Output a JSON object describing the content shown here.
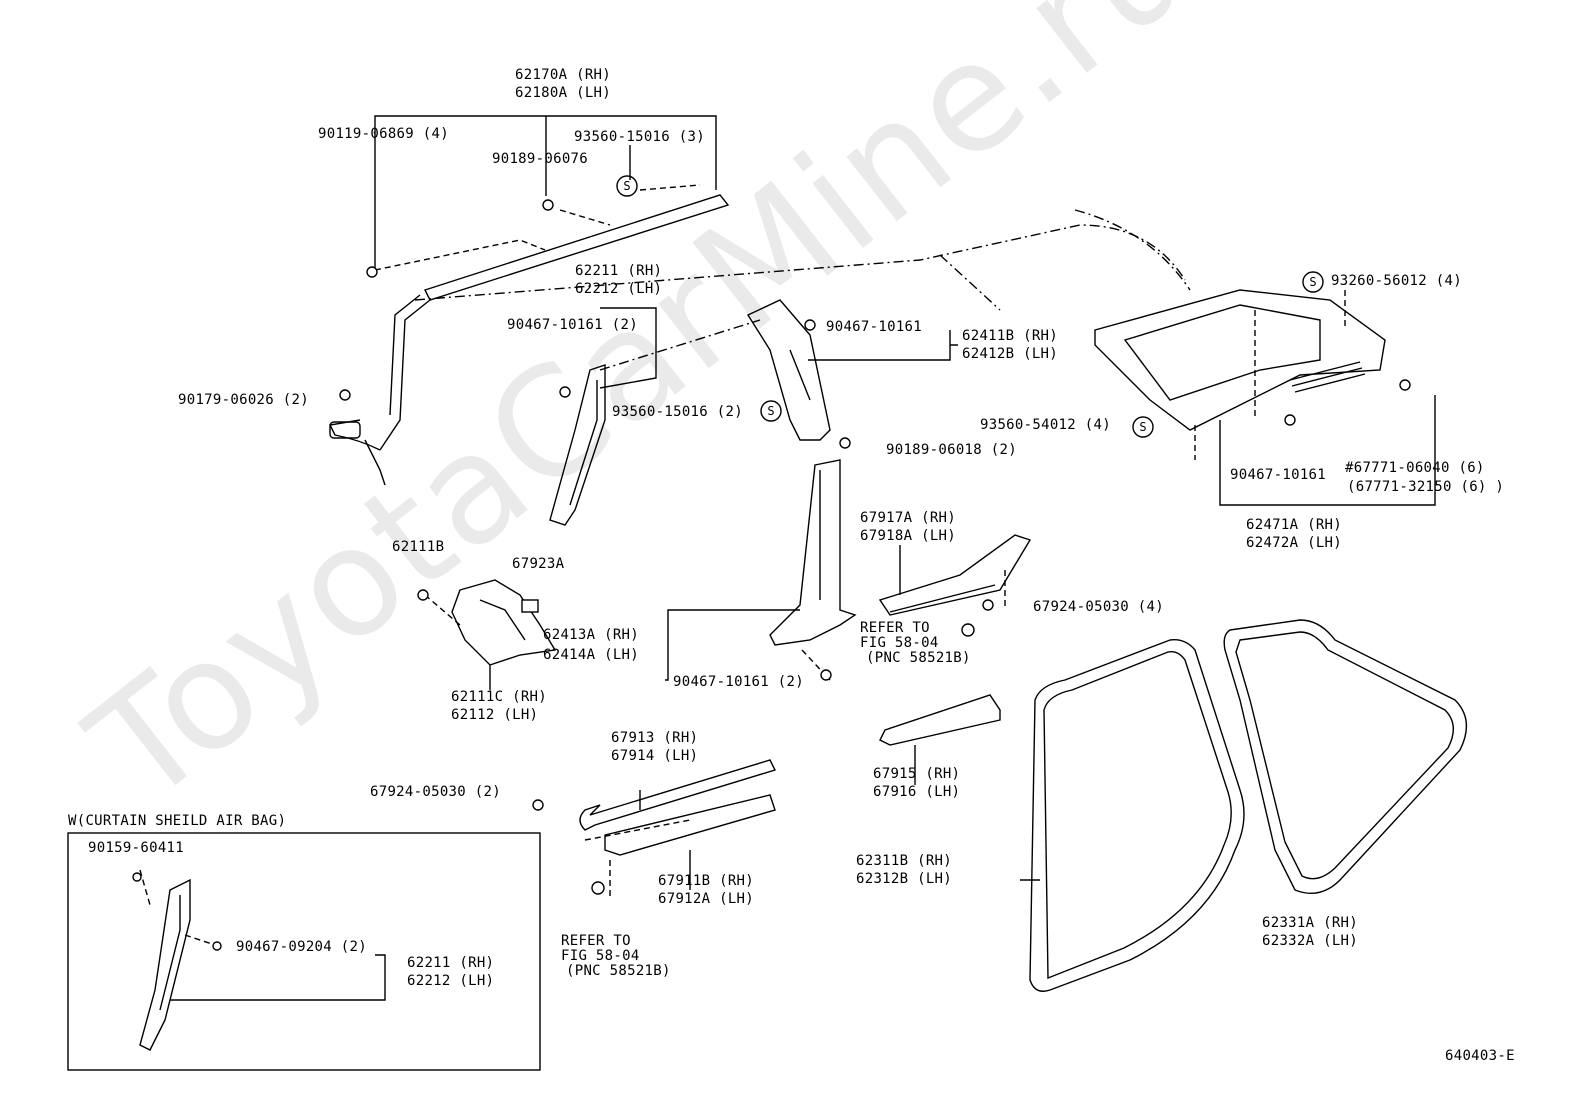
{
  "watermark": "ToyotaCarMine.ru",
  "figure_code": "640403-E",
  "inset_caption": "W(CURTAIN SHEILD AIR BAG)",
  "labels": {
    "p62170A": "62170A (RH)",
    "p62180A": "62180A (LH)",
    "p90119": "90119-06869 (4)",
    "p93560_3": "93560-15016 (3)",
    "p90189_06076": "90189-06076",
    "p62211": "62211 (RH)",
    "p62212": "62212 (LH)",
    "p90467_2a": "90467-10161 (2)",
    "p90179": "90179-06026 (2)",
    "p93560_2": "93560-15016 (2)",
    "p90467_b": "90467-10161",
    "p62411B": "62411B (RH)",
    "p62412B": "62412B (LH)",
    "p90189_06018": "90189-06018 (2)",
    "p93260": "93260-56012 (4)",
    "p93560_54012": "93560-54012 (4)",
    "p90467_c": "90467-10161",
    "p67771_06040": "#67771-06040 (6)",
    "p67771_32150": "(67771-32150 (6) )",
    "p62471A": "62471A (RH)",
    "p62472A": "62472A (LH)",
    "p62111B": "62111B",
    "p67923A": "67923A",
    "p62413A": "62413A (RH)",
    "p62414A": "62414A (LH)",
    "p62111C": "62111C (RH)",
    "p62112": "62112  (LH)",
    "p90467_2b": "90467-10161 (2)",
    "p67917A": "67917A (RH)",
    "p67918A": "67918A (LH)",
    "p67924_4": "67924-05030 (4)",
    "ref1_l1": "REFER TO",
    "ref1_l2": "FIG 58-04",
    "ref1_l3": "(PNC 58521B)",
    "p67915": "67915 (RH)",
    "p67916": "67916 (LH)",
    "p67913": "67913 (RH)",
    "p67914": "67914 (LH)",
    "p67924_2": "67924-05030 (2)",
    "p67911B": "67911B (RH)",
    "p67912A": "67912A (LH)",
    "ref2_l1": "REFER TO",
    "ref2_l2": "FIG 58-04",
    "ref2_l3": "(PNC 58521B)",
    "p62311B": "62311B (RH)",
    "p62312B": "62312B (LH)",
    "p62331A": "62331A (RH)",
    "p62332A": "62332A (LH)",
    "inset_90159": "90159-60411",
    "inset_90467": "90467-09204 (2)",
    "inset_62211": "62211 (RH)",
    "inset_62212": "62212 (LH)",
    "s_symbol": "S"
  }
}
